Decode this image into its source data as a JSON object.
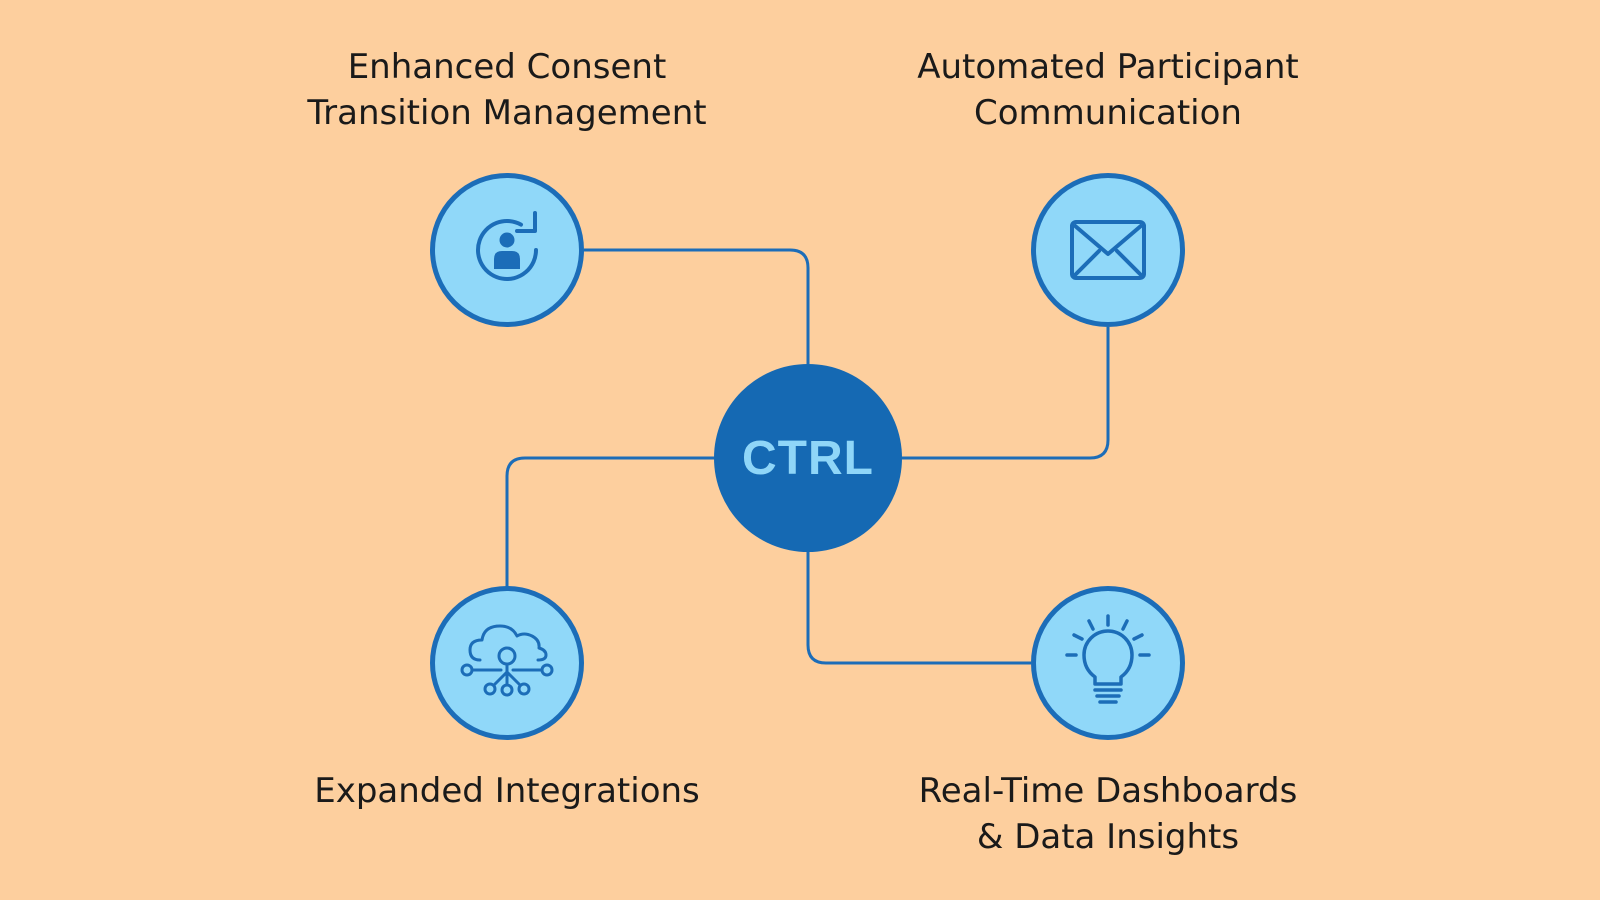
{
  "hub": {
    "label": "CTRL"
  },
  "features": [
    {
      "id": "consent",
      "icon": "user-refresh-icon",
      "lines": [
        "Enhanced Consent",
        "Transition Management"
      ]
    },
    {
      "id": "communication",
      "icon": "envelope-icon",
      "lines": [
        "Automated Participant",
        "Communication"
      ]
    },
    {
      "id": "integrations",
      "icon": "cloud-network-icon",
      "lines": [
        "Expanded Integrations"
      ]
    },
    {
      "id": "dashboards",
      "icon": "lightbulb-icon",
      "lines": [
        "Real-Time Dashboards",
        "& Data Insights"
      ]
    }
  ],
  "colors": {
    "background": "#fdcf9e",
    "hub_fill": "#1569b3",
    "hub_text": "#8fd6f8",
    "node_fill": "#90d8f9",
    "accent": "#1c6db8",
    "text": "#1a1a1a"
  }
}
